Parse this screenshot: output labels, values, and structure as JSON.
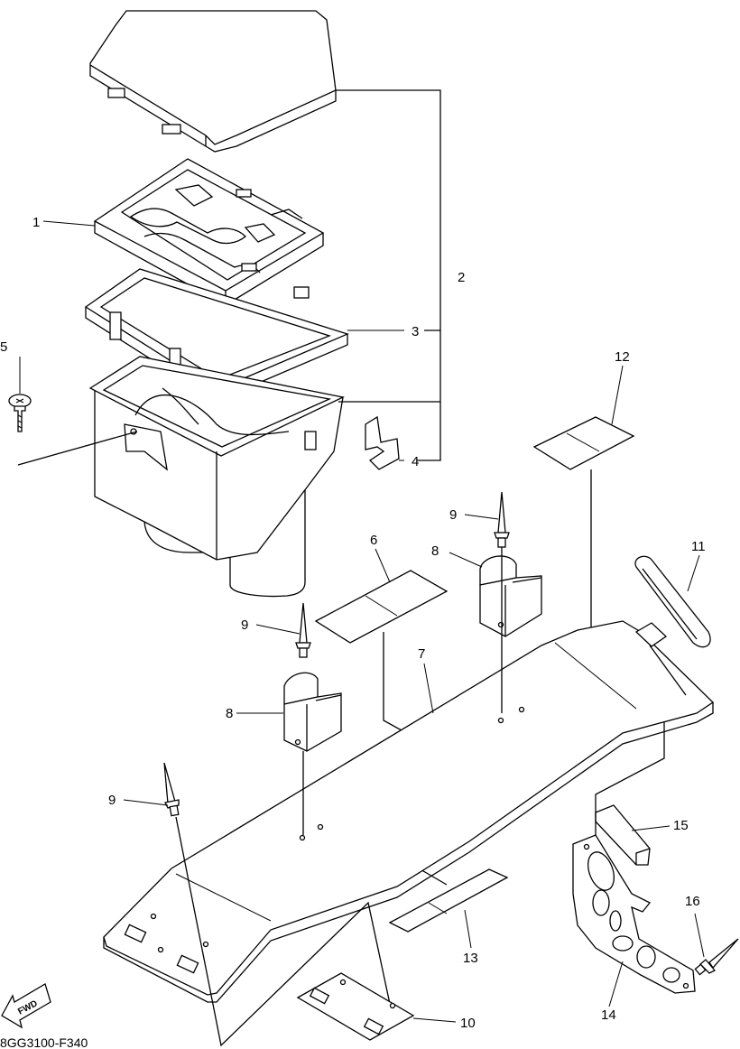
{
  "diagram": {
    "callouts": [
      {
        "id": "1",
        "text": "1"
      },
      {
        "id": "2",
        "text": "2"
      },
      {
        "id": "3",
        "text": "3"
      },
      {
        "id": "4",
        "text": "4"
      },
      {
        "id": "5",
        "text": "5"
      },
      {
        "id": "6",
        "text": "6"
      },
      {
        "id": "7",
        "text": "7"
      },
      {
        "id": "8a",
        "text": "8"
      },
      {
        "id": "8b",
        "text": "8"
      },
      {
        "id": "9a",
        "text": "9"
      },
      {
        "id": "9b",
        "text": "9"
      },
      {
        "id": "9c",
        "text": "9"
      },
      {
        "id": "10",
        "text": "10"
      },
      {
        "id": "11",
        "text": "11"
      },
      {
        "id": "12",
        "text": "12"
      },
      {
        "id": "13",
        "text": "13"
      },
      {
        "id": "14",
        "text": "14"
      },
      {
        "id": "15",
        "text": "15"
      },
      {
        "id": "16",
        "text": "16"
      }
    ],
    "fwd_label": "FWD",
    "drawing_code": "8GG3100-F340"
  }
}
